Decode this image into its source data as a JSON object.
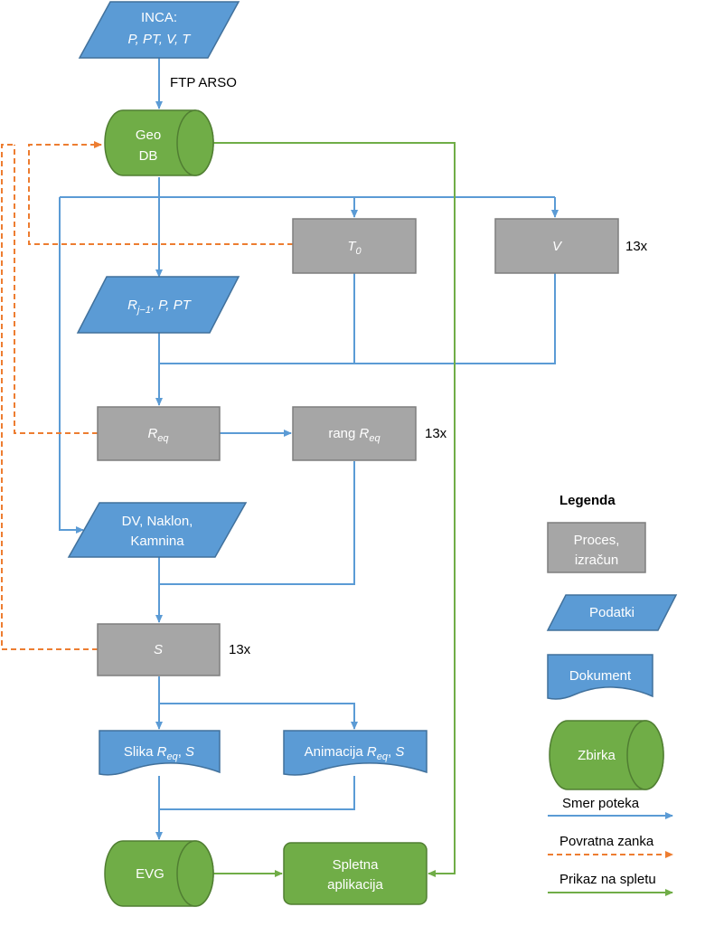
{
  "nodes": {
    "inca": {
      "line1": "INCA:",
      "line2": "P, PT, V, T"
    },
    "ftp": "FTP ARSO",
    "geodb": {
      "line1": "Geo",
      "line2": "DB"
    },
    "t0": {
      "main": "T",
      "sub": "0"
    },
    "v": "V",
    "v_count": "13x",
    "rj": {
      "main": "R",
      "sub": "j−1",
      "rest": ", P, PT"
    },
    "req": {
      "main": "R",
      "sub": "eq"
    },
    "rang": {
      "prefix": "rang ",
      "main": "R",
      "sub": "eq"
    },
    "rang_count": "13x",
    "dv": {
      "line1": "DV, Naklon,",
      "line2": "Kamnina"
    },
    "s": "S",
    "s_count": "13x",
    "slika": {
      "prefix": "Slika ",
      "main": "R",
      "sub": "eq",
      "rest": ", ",
      "s": "S"
    },
    "animacija": {
      "prefix": "Animacija ",
      "main": "R",
      "sub": "eq",
      "rest": ", ",
      "s": "S"
    },
    "evg": "EVG",
    "spletna": {
      "line1": "Spletna",
      "line2": "aplikacija"
    }
  },
  "legend": {
    "title": "Legenda",
    "proces": {
      "line1": "Proces,",
      "line2": "izračun"
    },
    "podatki": "Podatki",
    "dokument": "Dokument",
    "zbirka": "Zbirka",
    "smer": "Smer poteka",
    "povratna": "Povratna zanka",
    "prikaz": "Prikaz na spletu"
  },
  "colors": {
    "process": "#a6a6a6",
    "data": "#5b9bd5",
    "collection": "#70ad47",
    "flow_arrow": "#5b9bd5",
    "feedback_arrow": "#ed7d31",
    "web_arrow": "#70ad47"
  }
}
